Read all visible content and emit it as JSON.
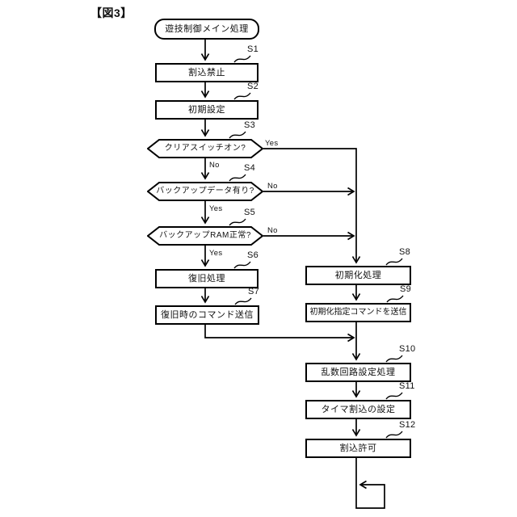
{
  "figure_label": "【図3】",
  "terminal": {
    "label": "遊技制御メイン処理"
  },
  "steps": {
    "s1": {
      "id": "S1",
      "label": "割込禁止"
    },
    "s2": {
      "id": "S2",
      "label": "初期設定"
    },
    "s3": {
      "id": "S3",
      "label": "クリアスイッチオン?",
      "yes_label": "Yes",
      "no_label": "No"
    },
    "s4": {
      "id": "S4",
      "label": "バックアップデータ有り?",
      "yes_label": "Yes",
      "no_label": "No"
    },
    "s5": {
      "id": "S5",
      "label": "バックアップRAM正常?",
      "yes_label": "Yes",
      "no_label": "No"
    },
    "s6": {
      "id": "S6",
      "label": "復旧処理"
    },
    "s7": {
      "id": "S7",
      "label": "復旧時のコマンド送信"
    },
    "s8": {
      "id": "S8",
      "label": "初期化処理"
    },
    "s9": {
      "id": "S9",
      "label": "初期化指定コマンドを送信"
    },
    "s10": {
      "id": "S10",
      "label": "乱数回路設定処理"
    },
    "s11": {
      "id": "S11",
      "label": "タイマ割込の設定"
    },
    "s12": {
      "id": "S12",
      "label": "割込許可"
    }
  },
  "colors": {
    "line": "#000000",
    "background": "#ffffff"
  }
}
